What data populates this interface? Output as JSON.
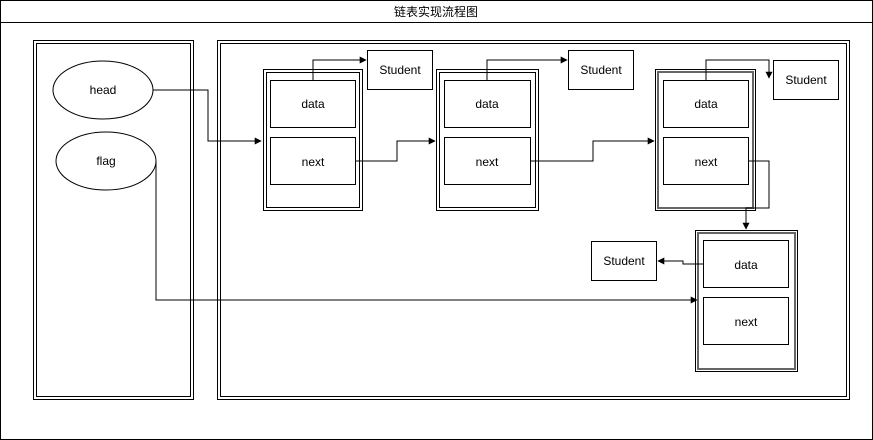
{
  "title": "链表实现流程图",
  "pointers": {
    "head": "head",
    "flag": "flag"
  },
  "nodes": [
    {
      "data": "data",
      "next": "next",
      "target": "Student"
    },
    {
      "data": "data",
      "next": "next",
      "target": "Student"
    },
    {
      "data": "data",
      "next": "next",
      "target": "Student"
    },
    {
      "data": "data",
      "next": "next",
      "target": "Student"
    }
  ]
}
